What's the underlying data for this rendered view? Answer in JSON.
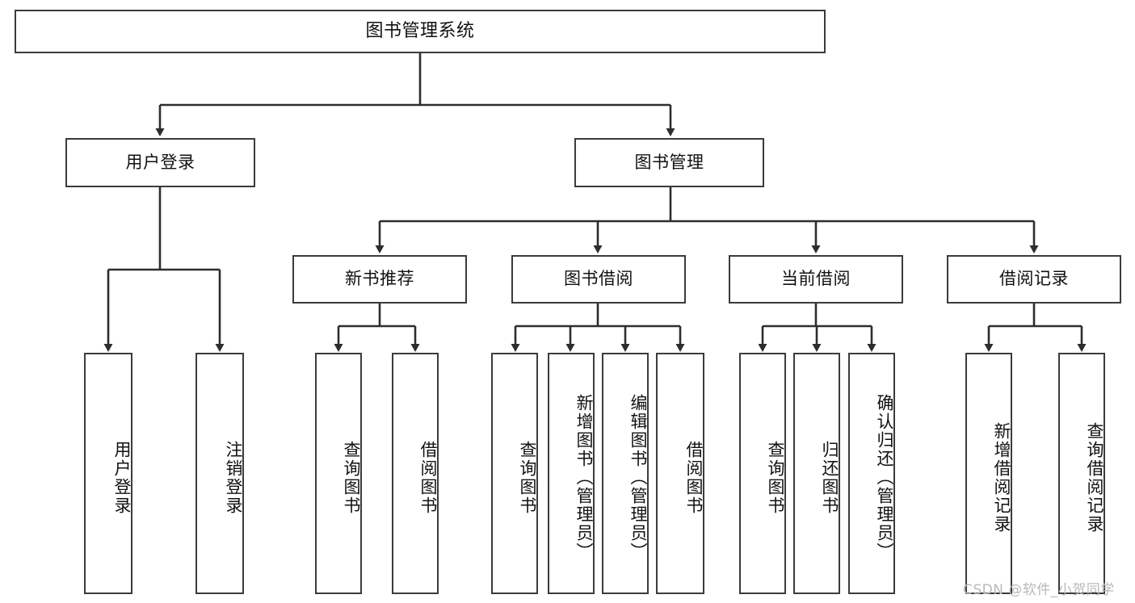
{
  "diagram": {
    "title": "图书管理系统",
    "type": "tree-hierarchy-diagram",
    "colors": {
      "box_border": "#3b3b3b",
      "box_fill": "#ffffff",
      "connector": "#2d2d2d",
      "text": "#111111",
      "watermark": "#b9b9b9",
      "background": "#ffffff"
    },
    "root": {
      "label": "图书管理系统"
    },
    "level2": [
      {
        "label": "用户登录"
      },
      {
        "label": "图书管理"
      }
    ],
    "level3": [
      {
        "label": "新书推荐"
      },
      {
        "label": "图书借阅"
      },
      {
        "label": "当前借阅"
      },
      {
        "label": "借阅记录"
      }
    ],
    "leaves": {
      "user_login": [
        {
          "label": "用户登录"
        },
        {
          "label": "注销登录"
        }
      ],
      "new_book_recommend": [
        {
          "label": "查询图书"
        },
        {
          "label": "借阅图书"
        }
      ],
      "book_borrow": [
        {
          "label": "查询图书"
        },
        {
          "label": "新增图书（管理员）"
        },
        {
          "label": "编辑图书（管理员）"
        },
        {
          "label": "借阅图书"
        }
      ],
      "current_borrow": [
        {
          "label": "查询图书"
        },
        {
          "label": "归还图书"
        },
        {
          "label": "确认归还（管理员）"
        }
      ],
      "borrow_records": [
        {
          "label": "新增借阅记录"
        },
        {
          "label": "查询借阅记录"
        }
      ]
    }
  },
  "watermark": {
    "text": "CSDN @软件_小贺同学"
  }
}
